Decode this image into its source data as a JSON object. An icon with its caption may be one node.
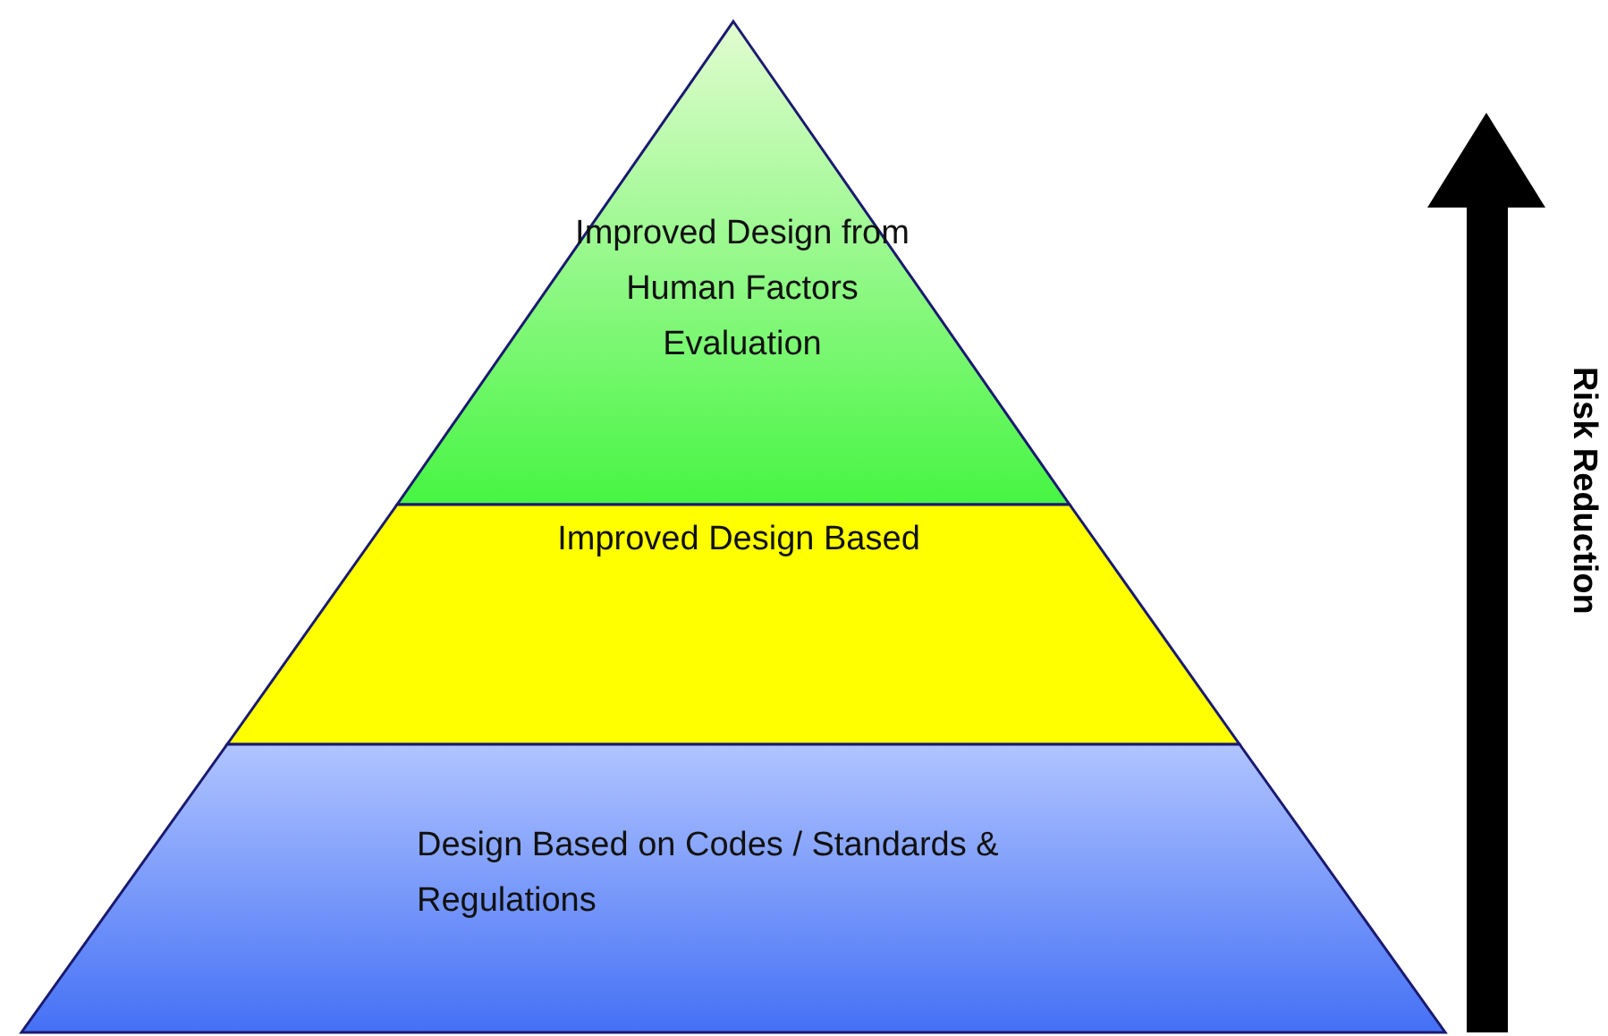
{
  "diagram": {
    "nodes": [
      {
        "text": [
          "Improved Design from Human Factors Evaluation"
        ]
      },
      {
        "text": [
          "Improved Design Based"
        ]
      },
      {
        "text": [
          "Design Based on Codes / Standards & Regulations"
        ]
      }
    ],
    "labels": [
      "Risk Reduction"
    ]
  }
}
